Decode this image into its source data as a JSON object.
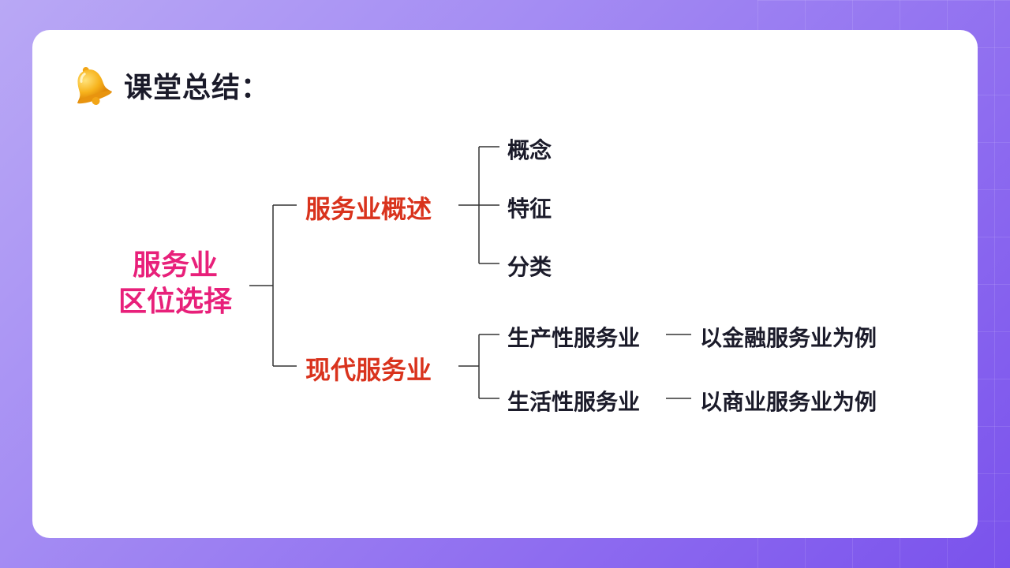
{
  "title": "课堂总结：",
  "root": {
    "line1": "服务业",
    "line2": "区位选择"
  },
  "branches": [
    {
      "label": "服务业概述",
      "children": [
        "概念",
        "特征",
        "分类"
      ]
    },
    {
      "label": "现代服务业",
      "children": [
        {
          "label": "生产性服务业",
          "example": "以金融服务业为例"
        },
        {
          "label": "生活性服务业",
          "example": "以商业服务业为例"
        }
      ]
    }
  ],
  "colors": {
    "root": "#e8207a",
    "branch": "#d9331d",
    "leaf": "#1b1b2a",
    "line": "#333333"
  },
  "icons": {
    "title_icon": "bell-icon"
  }
}
